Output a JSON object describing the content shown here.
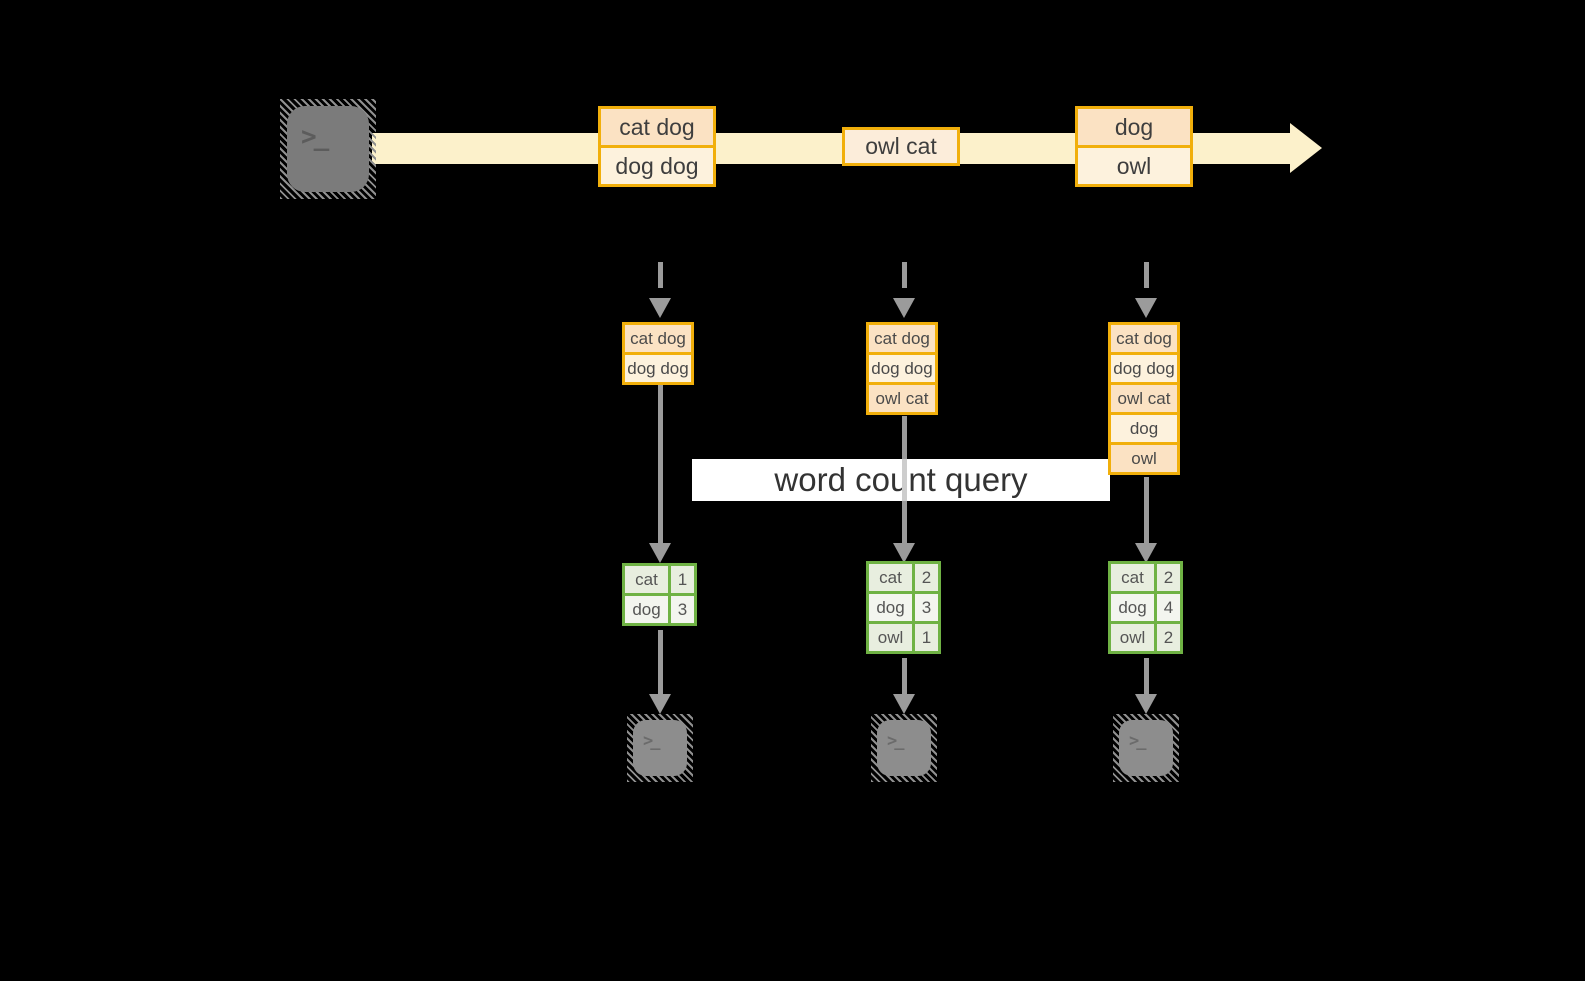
{
  "colors": {
    "background": "#000000",
    "accent_orange": "#F1AF0B",
    "cell_peach": "#FBE2C3",
    "cell_cream": "#FDF2DD",
    "timeline_band": "#FCF1CB",
    "table_green": "#6FB244",
    "table_cell_odd": "#E8EEDF",
    "table_cell_even": "#F3F5EF",
    "arrow_gray": "#9B9B9B",
    "terminal_gray_source": "#7B7B7B",
    "terminal_gray_sink": "#8D8D8D",
    "label_background": "#FFFFFF"
  },
  "source_terminal": {
    "glyph": ">_"
  },
  "timeline": {
    "events": [
      {
        "lines": [
          "cat dog",
          "dog dog"
        ]
      },
      {
        "lines": [
          "owl cat"
        ]
      },
      {
        "lines": [
          "dog",
          "owl"
        ]
      }
    ]
  },
  "query_label": "word count query",
  "pipelines": [
    {
      "buffer": [
        "cat dog",
        "dog dog"
      ],
      "counts": [
        {
          "word": "cat",
          "count": "1"
        },
        {
          "word": "dog",
          "count": "3"
        }
      ]
    },
    {
      "buffer": [
        "cat dog",
        "dog dog",
        "owl cat"
      ],
      "counts": [
        {
          "word": "cat",
          "count": "2"
        },
        {
          "word": "dog",
          "count": "3"
        },
        {
          "word": "owl",
          "count": "1"
        }
      ]
    },
    {
      "buffer": [
        "cat dog",
        "dog dog",
        "owl cat",
        "dog",
        "owl"
      ],
      "counts": [
        {
          "word": "cat",
          "count": "2"
        },
        {
          "word": "dog",
          "count": "4"
        },
        {
          "word": "owl",
          "count": "2"
        }
      ]
    }
  ],
  "sink_terminals": [
    {
      "glyph": ">_"
    },
    {
      "glyph": ">_"
    },
    {
      "glyph": ">_"
    }
  ]
}
